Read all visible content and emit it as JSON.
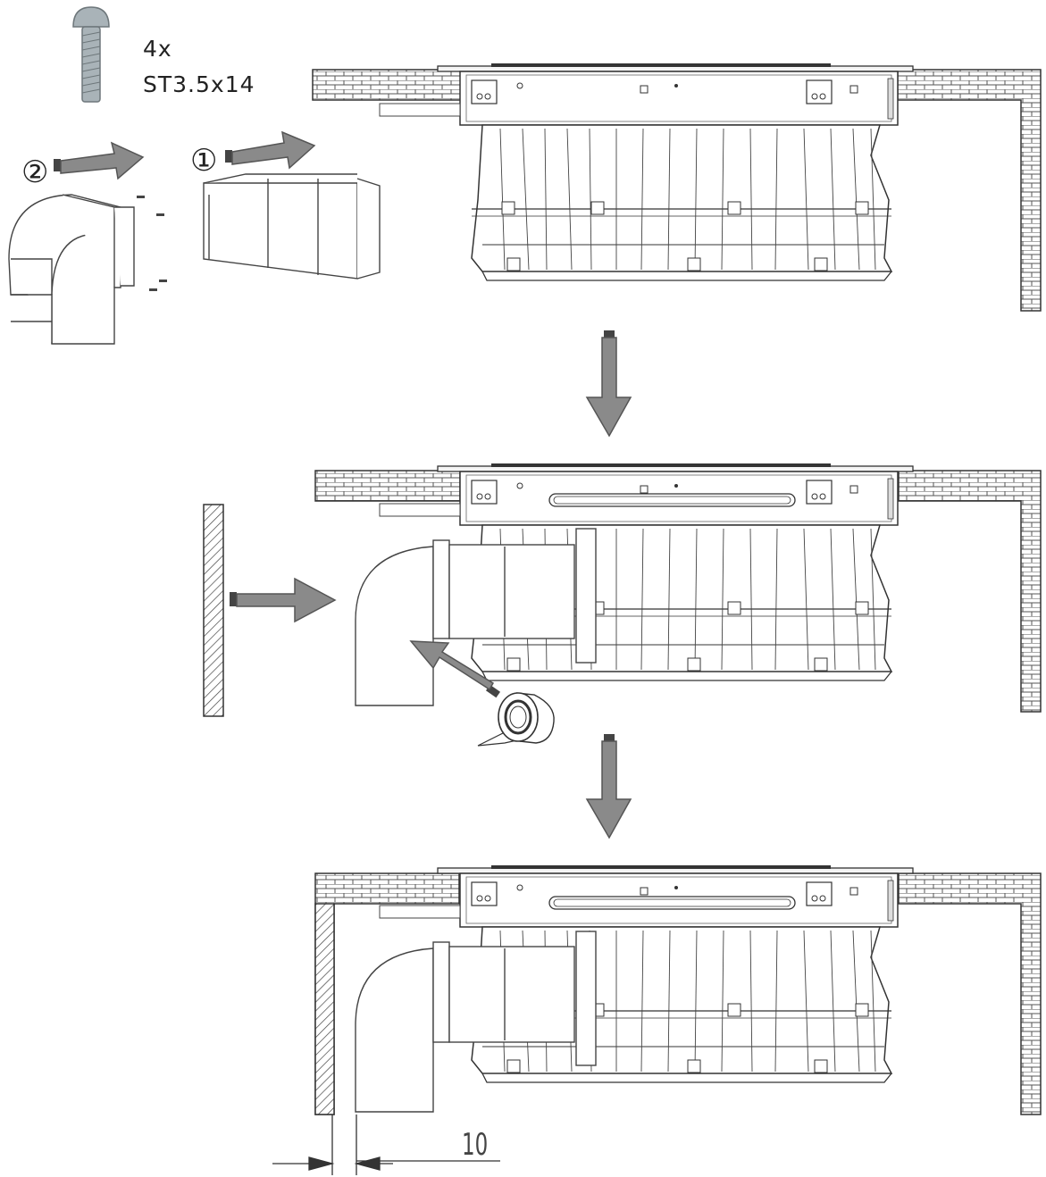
{
  "screw": {
    "quantity": "4x",
    "spec": "ST3.5x14"
  },
  "steps": {
    "one": "①",
    "two": "②"
  },
  "dimension": {
    "value": "10"
  },
  "colors": {
    "arrow": "#8a8a8a",
    "arrow_stroke": "#555555",
    "line": "#333333",
    "screw": "#a9b3b8"
  }
}
